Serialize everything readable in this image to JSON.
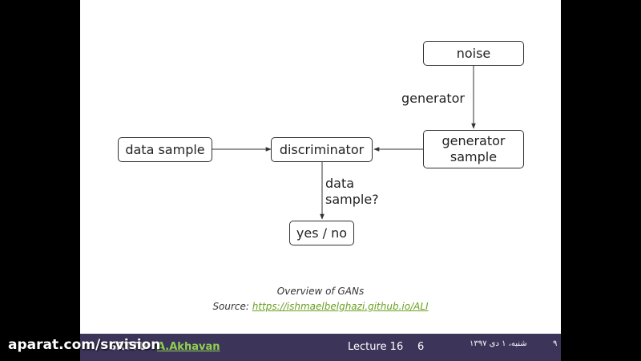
{
  "diagram": {
    "nodes": {
      "noise": "noise",
      "data_sample": "data sample",
      "discriminator": "discriminator",
      "generator_sample_line1": "generator",
      "generator_sample_line2": "sample",
      "yes_no": "yes / no"
    },
    "edge_labels": {
      "generator": "generator",
      "data_line1": "data",
      "data_line2": "sample?"
    }
  },
  "caption": {
    "title": "Overview of GANs",
    "source_prefix": "Source: ",
    "source_link": "https://ishmaelbelghazi.github.io/ALI"
  },
  "footer": {
    "org": "SRTTU",
    "author": "A.Akhavan",
    "lecture": "Lecture 16",
    "page": "6",
    "date": "شنبه، ۱ دی ۱۳۹۷",
    "right_number": "۹"
  },
  "watermark": "aparat.com/srvision",
  "colors": {
    "footer_bg": "#3d3459",
    "link": "#6aa121"
  }
}
